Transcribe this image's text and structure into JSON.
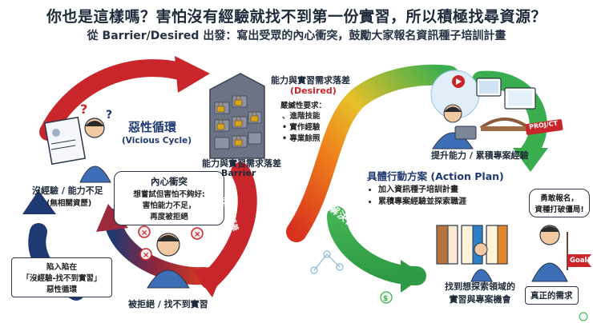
{
  "title": "你也是這樣嗎？害怕沒有經驗就找不到第一份實習，所以積極找尋資源？",
  "subtitle": "從 Barrier/Desired 出發：寫出受眾的內心衝突，鼓勵大家報名資訊種子培訓計畫",
  "vicious_cycle": {
    "label": "惡性循環",
    "label_en": "(Vicious Cycle)",
    "no_experience": "沒經驗 / 能力不足",
    "no_experience_sub": "(無相關資歷)",
    "inner_conflict_title": "內心衝突",
    "inner_conflict_lines": [
      "想嘗試但害怕不夠好:",
      "害怕能力不足，",
      "再度被拒絕"
    ],
    "rejected": "被拒絕 / 找不到實習",
    "trapped_lines": [
      "陷入陷在",
      "「沒經驗-找不到實習」",
      "惡性循環"
    ],
    "arrow_result": "結果得據",
    "arrow_cause": "因為此落差"
  },
  "barrier": {
    "gap_label": "能力與實習需求落差",
    "label": "Barrier",
    "lock_icon": "lock-icon"
  },
  "desired": {
    "title": "能力與實習需求落差",
    "label": "(Desired)",
    "requirements_title": "嚴緘性要求：",
    "requirements": [
      "進階技能",
      "實作經驗",
      "專業餘照"
    ]
  },
  "solution_path": {
    "label": "解決衝突突破路徑"
  },
  "improve": {
    "label": "提升能力 / 累積專案經驗",
    "project_tag": "PROJ/CT"
  },
  "action_plan": {
    "title": "具體行動方案 (Action Plan)",
    "items": [
      "加入資訊種子培訓計畫",
      "累積專案經驗並探索職涯"
    ]
  },
  "find_opportunity": {
    "lines": [
      "找到想探索領域的",
      "實習與專案機會"
    ]
  },
  "encourage": {
    "lines": [
      "勇敢報名，",
      "資種打破僵局!"
    ]
  },
  "goal_flag": "Goal!",
  "real_need": "真正的需求",
  "colors": {
    "red": "#c8262b",
    "navy": "#1f3a72",
    "green": "#34a853",
    "yellow": "#e7c02a",
    "text": "#1f2a3a"
  }
}
